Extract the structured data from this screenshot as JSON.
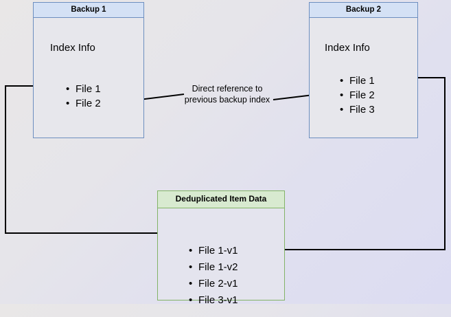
{
  "diagram": {
    "title": "Backup deduplication index reference diagram",
    "background": {
      "start_color": "#e9e7e7",
      "end_color": "#dcdcf2"
    },
    "colors": {
      "blue_border": "#6c8ebf",
      "blue_header_fill": "#d4e1f5",
      "green_border": "#82b366",
      "green_header_fill": "#d8ead0",
      "box_fill": "#e7e7ec",
      "arrow": "#000000"
    },
    "boxes": [
      {
        "id": "backup1",
        "header": "Backup 1",
        "section_label": "Index Info",
        "items": [
          "File 1",
          "File 2"
        ]
      },
      {
        "id": "backup2",
        "header": "Backup 2",
        "section_label": "Index Info",
        "items": [
          "File 1",
          "File 2",
          "File 3"
        ]
      },
      {
        "id": "dedup",
        "header": "Deduplicated Item Data",
        "items": [
          "File 1-v1",
          "File 1-v2",
          "File 2-v1",
          "File 3-v1"
        ]
      }
    ],
    "edge_labels": [
      {
        "id": "direct-reference",
        "text": "Direct reference to\nprevious backup index"
      }
    ]
  }
}
